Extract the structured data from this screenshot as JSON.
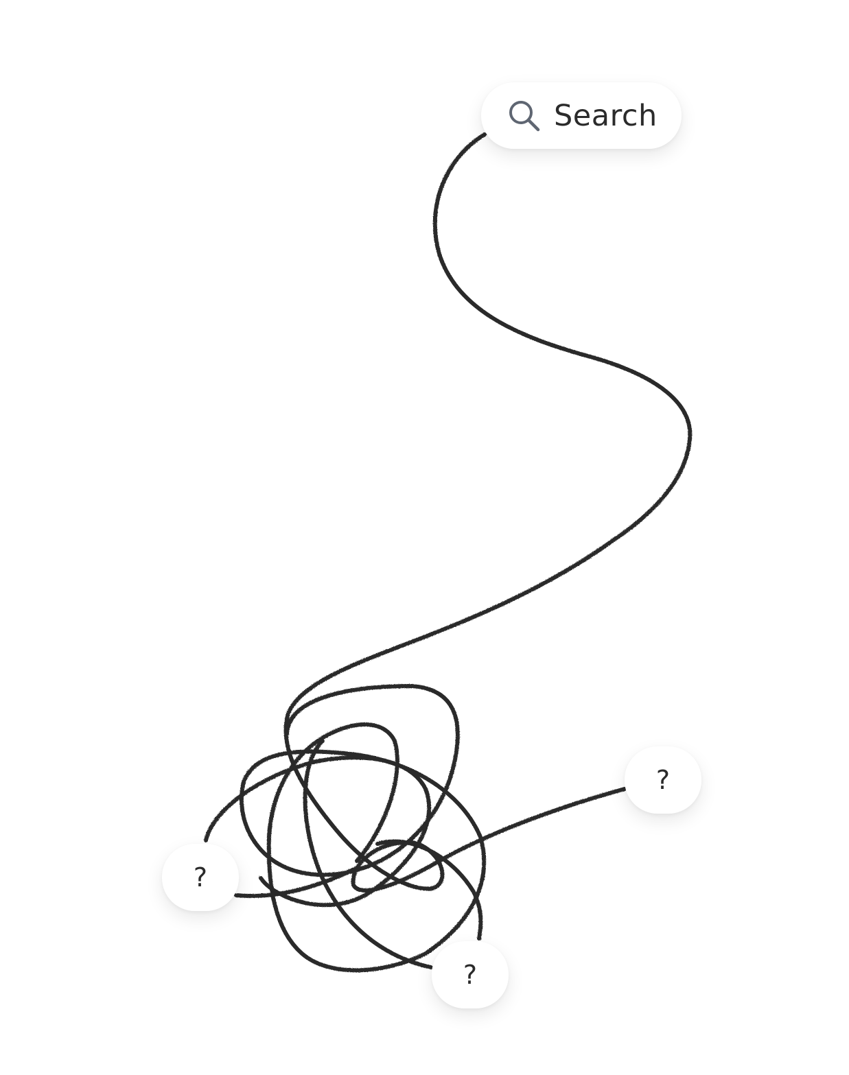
{
  "search": {
    "label": "Search",
    "icon": "search-icon",
    "icon_color": "#5f6672"
  },
  "bubbles": [
    {
      "name": "left",
      "label": "?"
    },
    {
      "name": "right",
      "label": "?"
    },
    {
      "name": "bottom",
      "label": "?"
    }
  ],
  "colors": {
    "line": "#2b2b2b",
    "background": "#ffffff",
    "text": "#2a2a2a"
  }
}
